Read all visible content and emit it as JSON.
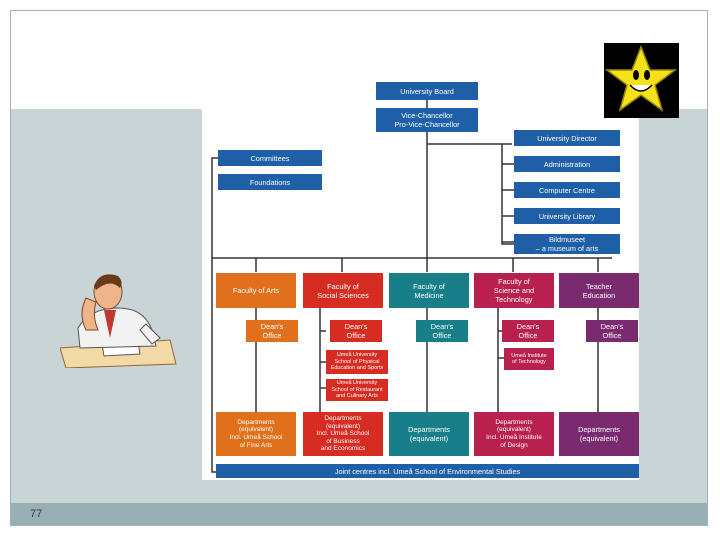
{
  "slide": {
    "page_number": "77"
  },
  "org_chart": {
    "top": [
      "University Board",
      "Vice-Chancellor\nPro-Vice-Chancellor"
    ],
    "left_side": [
      "Committees",
      "Foundations"
    ],
    "right_side": [
      "University Director",
      "Administration",
      "Computer Centre",
      "University Library",
      "Bildmuseet\n– a museum of arts"
    ],
    "faculties": [
      {
        "name": "Faculty of Arts",
        "office": "Dean's\nOffice",
        "units": [],
        "departments": "Departments\n(equivalent)\nIncl. Umeå School\nof Fine Arts"
      },
      {
        "name": "Faculty of\nSocial Sciences",
        "office": "Dean's\nOffice",
        "units": [
          "Umeå University\nSchool of Physical\nEducation and Sports",
          "Umeå University\nSchool of Restaurant\nand Culinary Arts"
        ],
        "departments": "Departments\n(equivalent)\nIncl. Umeå School\nof Business\nand Economics"
      },
      {
        "name": "Faculty of\nMedicine",
        "office": "Dean's\nOffice",
        "units": [],
        "departments": "Departments\n(equivalent)"
      },
      {
        "name": "Faculty of\nScience and\nTechnology",
        "office": "Dean's\nOffice",
        "units": [
          "Umeå Institute\nof Technology"
        ],
        "departments": "Departments\n(equivalent)\nIncl. Umeå Institute\nof Design"
      },
      {
        "name": "Teacher\nEducation",
        "office": "Dean's\nOffice",
        "units": [],
        "departments": "Departments\n(equivalent)"
      }
    ],
    "joint_centres": "Joint centres incl. Umeå School of Environmental Studies"
  },
  "colors": {
    "accent_blue": "#1f5fa8",
    "arts": "#e0701c",
    "social": "#d72c22",
    "medicine": "#187e88",
    "science": "#b8204e",
    "teacher": "#7a2a6f"
  },
  "icons": [
    "star-clipart-icon",
    "thinking-man-clipart-icon"
  ]
}
